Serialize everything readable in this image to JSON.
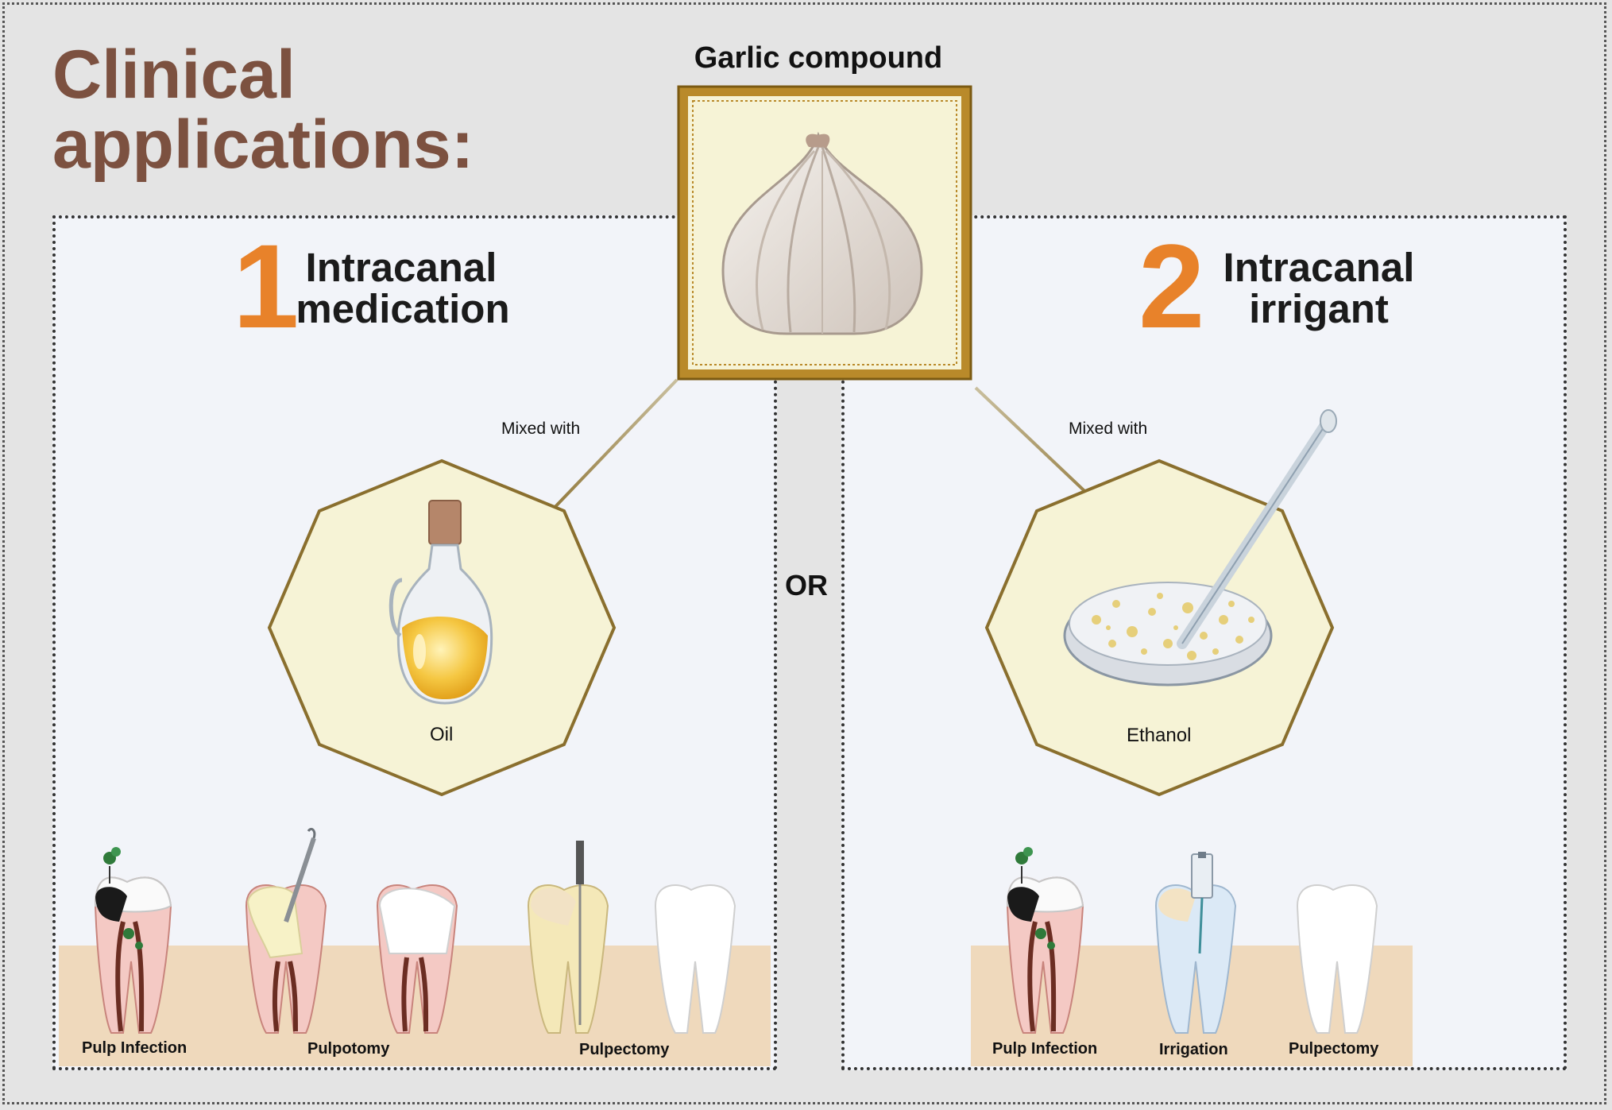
{
  "heading": {
    "line1": "Clinical",
    "line2": "applications:"
  },
  "center": {
    "title": "Garlic compound",
    "or_label": "OR"
  },
  "section1": {
    "number": "1",
    "title_line1": "Intracanal",
    "title_line2": "medication",
    "mixed_label": "Mixed with",
    "ingredient": "Oil",
    "teeth_labels": [
      "Pulp Infection",
      "Pulpotomy",
      "Pulpectomy"
    ]
  },
  "section2": {
    "number": "2",
    "title_line1": "Intracanal",
    "title_line2": "irrigant",
    "mixed_label": "Mixed with",
    "ingredient": "Ethanol",
    "teeth_labels": [
      "Pulp Infection",
      "Irrigation",
      "Pulpectomy"
    ]
  },
  "colors": {
    "accent_orange": "#e8822a",
    "heading_brown": "#7c5140",
    "gold_border": "#8a6f2e",
    "cream_fill": "#f6f3d6"
  },
  "icons": [
    "garlic-icon",
    "oil-bottle-icon",
    "petri-dish-icon",
    "pipette-icon",
    "tooth-icon",
    "dental-file-icon",
    "syringe-icon",
    "bacteria-icon"
  ]
}
